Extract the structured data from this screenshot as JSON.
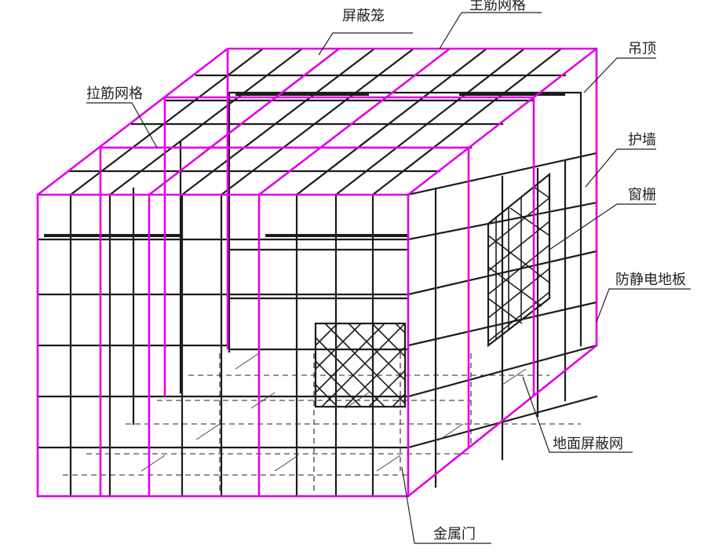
{
  "labels": {
    "shield_cage": "屏蔽笼",
    "main_rebar_grid": "主筋网格",
    "ceiling": "吊顶",
    "tie_rebar_grid": "拉筋网格",
    "protective_wall": "护墙",
    "window_grille": "窗栅",
    "antistatic_floor": "防静电地板",
    "ground_shield_mesh": "地面屏蔽网",
    "metal_door": "金属门"
  },
  "colors": {
    "main_rebar": "#e100e6",
    "rebar": "#1c1c1c",
    "background": "#ffffff"
  }
}
